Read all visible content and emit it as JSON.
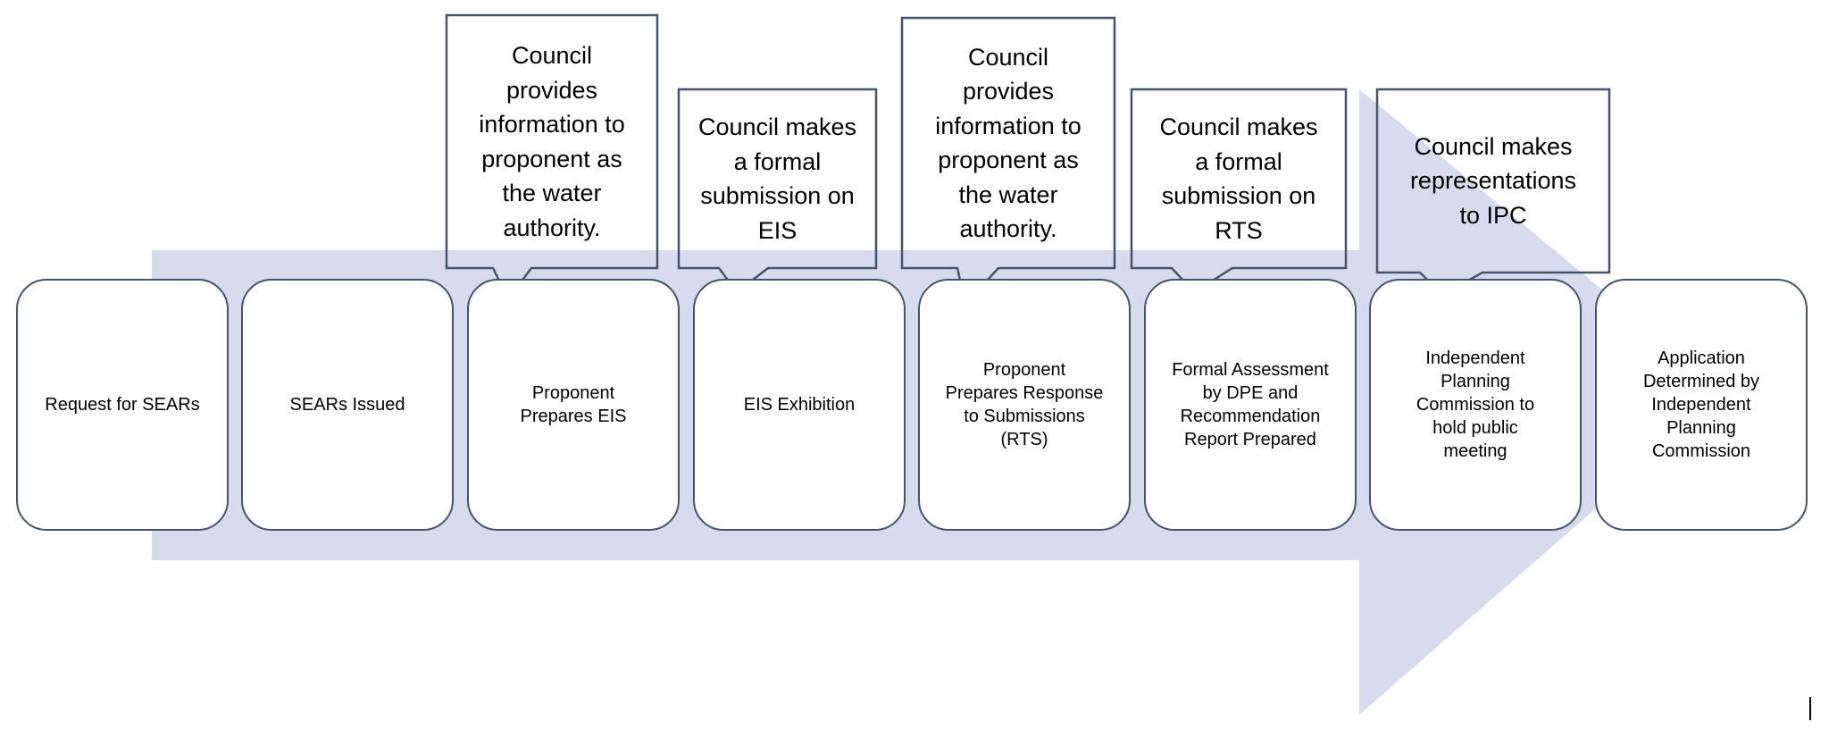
{
  "colors": {
    "arrow_fill": "#d6dcee",
    "box_border": "#44546a",
    "box_fill": "#ffffff",
    "text": "#000000"
  },
  "steps": [
    {
      "label": "Request for SEARs"
    },
    {
      "label": "SEARs Issued"
    },
    {
      "label": "Proponent\nPrepares EIS"
    },
    {
      "label": "EIS Exhibition"
    },
    {
      "label": "Proponent\nPrepares Response\nto Submissions\n(RTS)"
    },
    {
      "label": "Formal Assessment\nby DPE and\nRecommendation\nReport Prepared"
    },
    {
      "label": "Independent\nPlanning\nCommission to\nhold public\nmeeting"
    },
    {
      "label": "Application\nDetermined by\nIndependent\nPlanning\nCommission"
    }
  ],
  "callouts": [
    {
      "label": "Council\nprovides\ninformation to\nproponent as\nthe water\nauthority."
    },
    {
      "label": "Council makes\na formal\nsubmission on\nEIS"
    },
    {
      "label": "Council\nprovides\ninformation to\nproponent as\nthe water\nauthority."
    },
    {
      "label": "Council makes\na formal\nsubmission on\nRTS"
    },
    {
      "label": "Council makes\nrepresentations\nto IPC"
    }
  ]
}
